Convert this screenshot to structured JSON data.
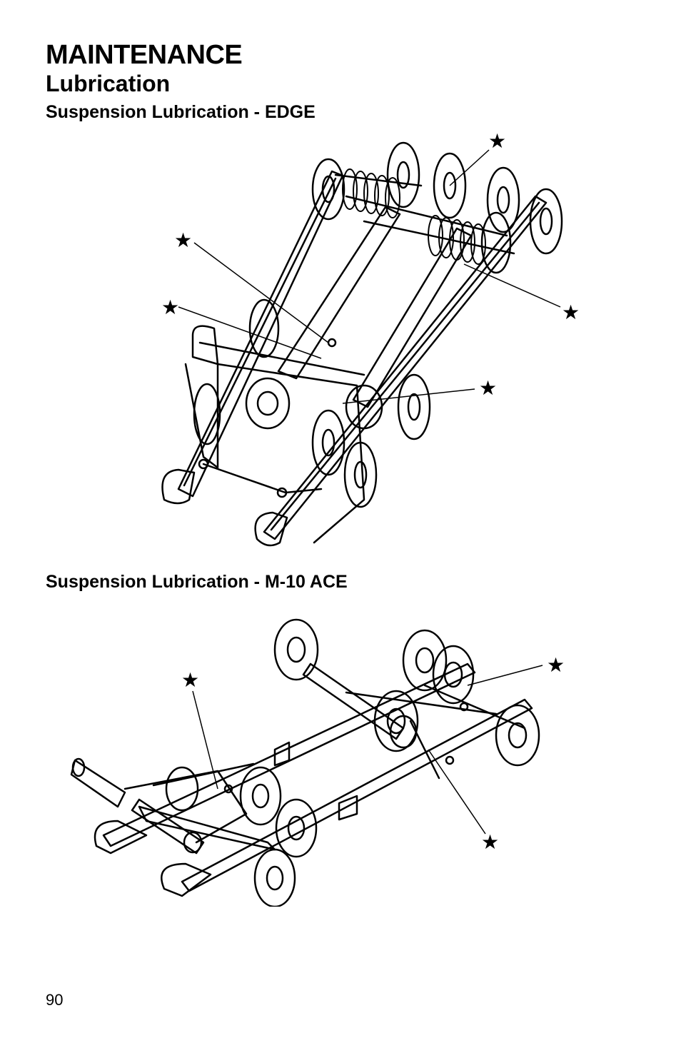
{
  "header": {
    "section": "MAINTENANCE",
    "subsection": "Lubrication"
  },
  "sections": [
    {
      "title": "Suspension Lubrication - EDGE"
    },
    {
      "title": "Suspension Lubrication - M-10 ACE"
    }
  ],
  "callout_symbol": "★",
  "footer": {
    "page_number": "90"
  }
}
